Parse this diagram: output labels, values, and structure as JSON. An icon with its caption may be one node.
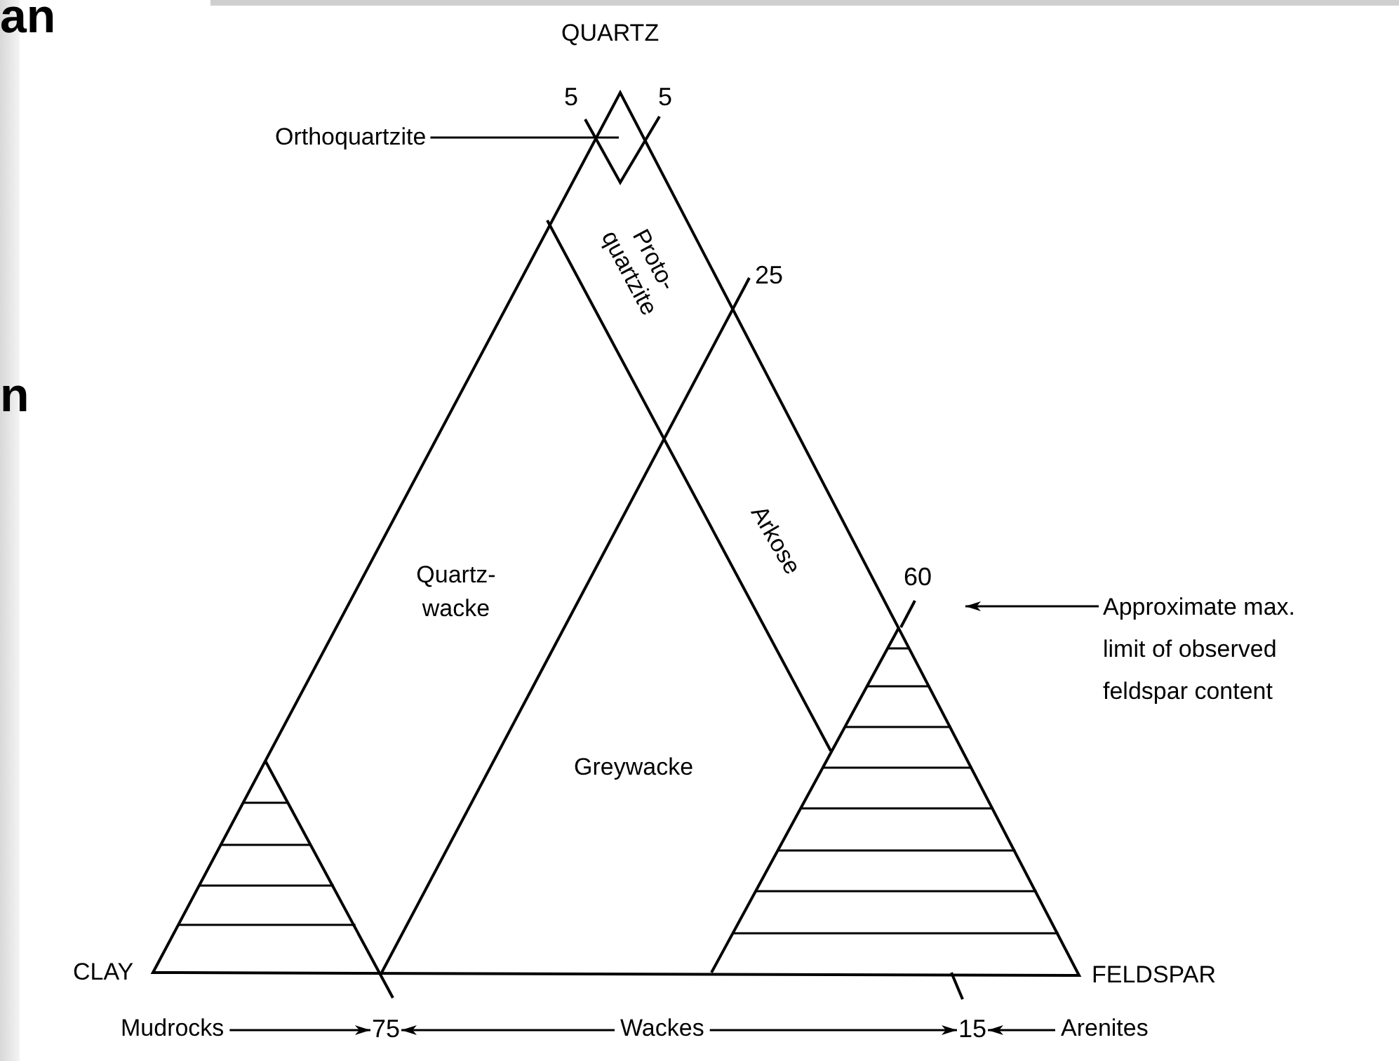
{
  "diagram": {
    "nodes": [
      {
        "text": [
          "Orthoquartzite"
        ]
      },
      {
        "text": [
          "Approximate max. limit of observed feldspar content"
        ]
      },
      {
        "text": [
          "Mudrocks"
        ]
      },
      {
        "text": [
          "75"
        ]
      },
      {
        "text": [
          "Wackes"
        ]
      },
      {
        "text": [
          "15"
        ]
      },
      {
        "text": [
          "Arenites"
        ]
      }
    ],
    "edges": [
      {
        "from": 0,
        "to": null,
        "arrow": "none"
      },
      {
        "from": 1,
        "to": null,
        "arrow": "to"
      },
      {
        "from": 2,
        "to": 3,
        "arrow": "to"
      },
      {
        "from": 4,
        "to": 3,
        "arrow": "to"
      },
      {
        "from": 4,
        "to": 5,
        "arrow": "to"
      },
      {
        "from": 6,
        "to": 5,
        "arrow": "to"
      }
    ],
    "labels": [
      "an",
      "QUARTZ",
      "5",
      "5",
      "Proto- quartzite",
      "25",
      "n",
      "Quartz- wacke",
      "Arkose",
      "60",
      "Greywacke",
      "CLAY",
      "FELDSPAR"
    ]
  }
}
